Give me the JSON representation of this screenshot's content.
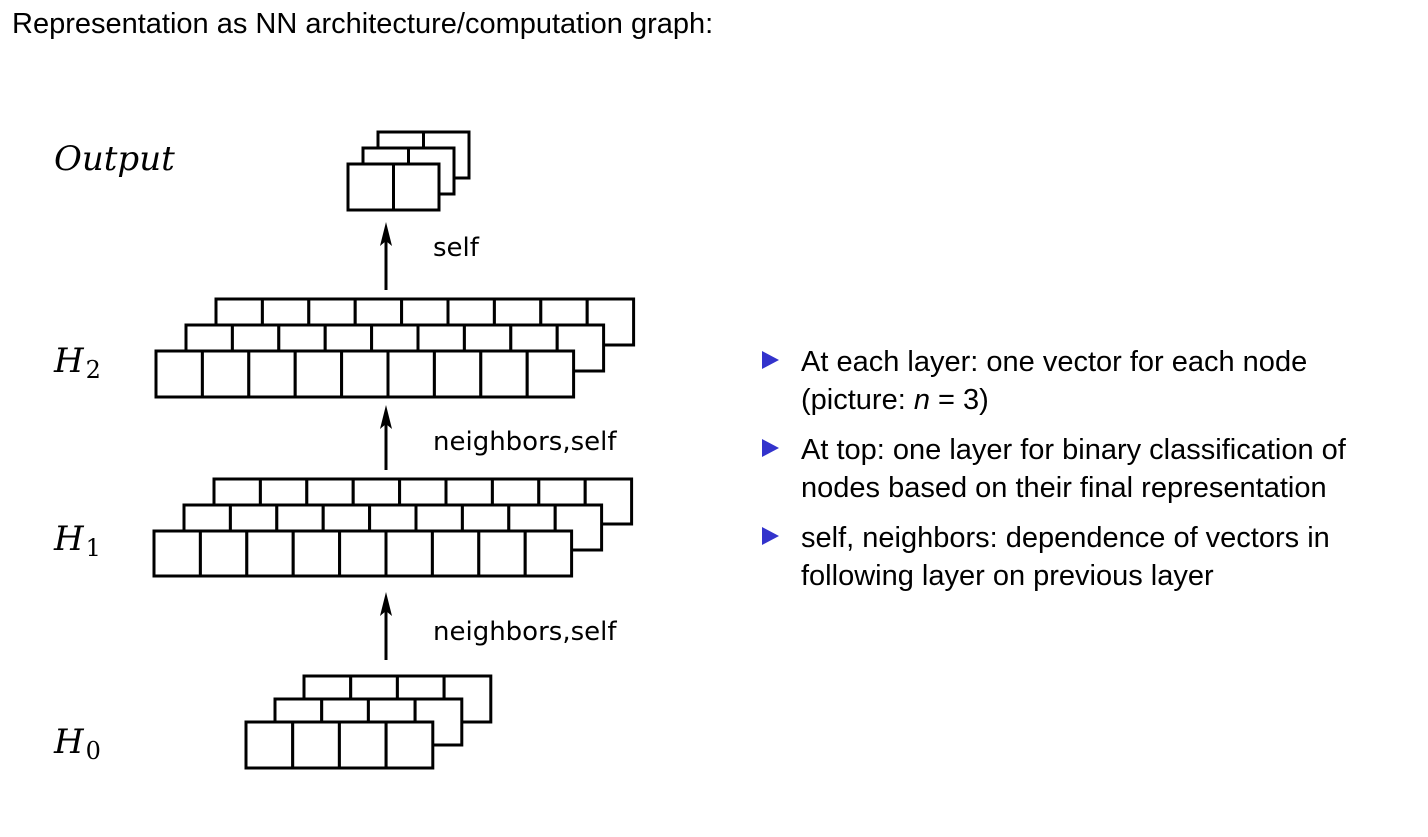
{
  "header": {
    "title": "Representation as NN architecture/computation graph:"
  },
  "diagram": {
    "layers": [
      {
        "id": "H0",
        "symbol": "H",
        "subscript": "0",
        "cells": 4
      },
      {
        "id": "H1",
        "symbol": "H",
        "subscript": "1",
        "cells": 9
      },
      {
        "id": "H2",
        "symbol": "H",
        "subscript": "2",
        "cells": 9
      },
      {
        "id": "output",
        "label": "Output",
        "cells": 2
      }
    ],
    "edges": [
      {
        "from": "H0",
        "to": "H1",
        "label": "neighbors,self"
      },
      {
        "from": "H1",
        "to": "H2",
        "label": "neighbors,self"
      },
      {
        "from": "H2",
        "to": "output",
        "label": "self"
      }
    ],
    "stack_depth": 3
  },
  "bullets": [
    {
      "text_before": "At each layer: one vector for each node (picture: ",
      "math_var": "n",
      "math_rest": " = 3)",
      "text_after": ")"
    },
    {
      "text": "At top: one layer for binary classification of nodes based on their final representation"
    },
    {
      "text": "self, neighbors: dependence of vectors in following layer on previous layer"
    }
  ],
  "colors": {
    "bullet_marker": "#3333cc",
    "stroke": "#000000"
  }
}
